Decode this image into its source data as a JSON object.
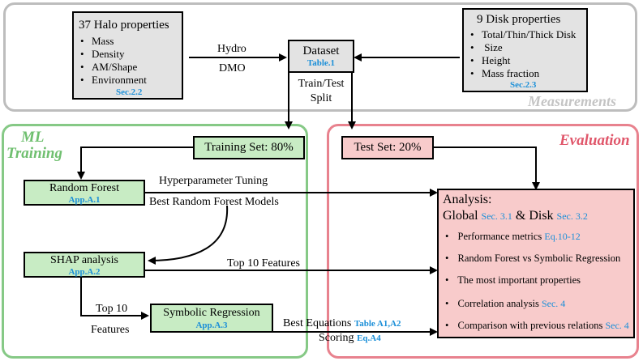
{
  "halo": {
    "title": "37 Halo properties",
    "items": [
      "Mass",
      "Density",
      "AM/Shape",
      "Environment"
    ],
    "ref": "Sec.2.2"
  },
  "disk": {
    "title": "9 Disk properties",
    "items": [
      "Total/Thin/Thick Disk",
      " Size",
      "Height",
      "Mass fraction"
    ],
    "ref": "Sec.2.3"
  },
  "dataset": {
    "title": "Dataset",
    "ref": "Table.1"
  },
  "edges": {
    "hydro": "Hydro",
    "dmo": "DMO",
    "train_test_line1": "Train/Test",
    "train_test_line2": "Split",
    "hyper": "Hyperparameter Tuning",
    "best_rf": "Best Random Forest Models",
    "top10_features": "Top 10 Features",
    "top10_line1": "Top 10",
    "top10_line2": "Features",
    "best_eq": "Best Equations",
    "best_eq_ref": "Table A1,A2",
    "scoring": "Scoring",
    "scoring_ref": "Eq.A4"
  },
  "regions": {
    "measurements": "Measurements",
    "ml_line1": "ML",
    "ml_line2": "Training",
    "evaluation": "Evaluation"
  },
  "training_set": "Training Set: 80%",
  "test_set": "Test Set: 20%",
  "random_forest": {
    "title": "Random Forest",
    "ref": "App.A.1"
  },
  "shap": {
    "title": "SHAP analysis",
    "ref": "App.A.2"
  },
  "symbolic": {
    "title": "Symbolic Regression",
    "ref": "App.A.3"
  },
  "analysis": {
    "title": "Analysis:",
    "global": "Global",
    "global_ref": "Sec. 3.1",
    "amp": "& Disk",
    "disk_ref": "Sec. 3.2",
    "items": [
      {
        "text": "Performance metrics",
        "ref": "Eq.10-12"
      },
      {
        "text": "Random Forest vs Symbolic Regression",
        "ref": ""
      },
      {
        "text": "The most important properties",
        "ref": ""
      },
      {
        "text": "Correlation analysis",
        "ref": "Sec. 4"
      },
      {
        "text": "Comparison with previous relations",
        "ref": "Sec. 4"
      }
    ]
  },
  "colors": {
    "measurements_border": "#bdbdbd",
    "ml_border": "#86c986",
    "eval_border": "#e8828e",
    "ml_label": "#6fbf6f",
    "eval_label": "#e0566a",
    "ref_blue": "#1b8fd8"
  }
}
